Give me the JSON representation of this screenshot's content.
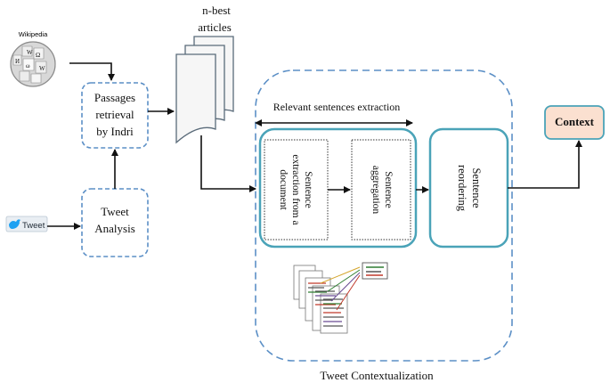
{
  "wikipedia": {
    "label": "Wikipedia",
    "icon": "wikipedia-globe-icon"
  },
  "nbest": {
    "line1": "n-best",
    "line2": "articles"
  },
  "passages": {
    "line1": "Passages",
    "line2": "retrieval",
    "line3": "by Indri"
  },
  "tweet_badge": {
    "label": "Tweet",
    "icon": "twitter-bird-icon"
  },
  "tweet_analysis": {
    "line1": "Tweet",
    "line2": "Analysis"
  },
  "relevant": {
    "label": "Relevant sentences extraction"
  },
  "extraction": {
    "line1": "Sentence",
    "line2": "extraction from a",
    "line3": "document"
  },
  "aggregation": {
    "line1": "Sentence",
    "line2": "aggregation"
  },
  "reordering": {
    "line1": "Sentence",
    "line2": "reordering"
  },
  "context": {
    "label": "Context"
  },
  "container": {
    "label": "Tweet Contextualization"
  },
  "colors": {
    "teal": "#4aa3b8",
    "dashed_blue": "#5b8fc6",
    "context_fill": "#fbe0d0",
    "doc_fill": "#f6f6f6"
  }
}
